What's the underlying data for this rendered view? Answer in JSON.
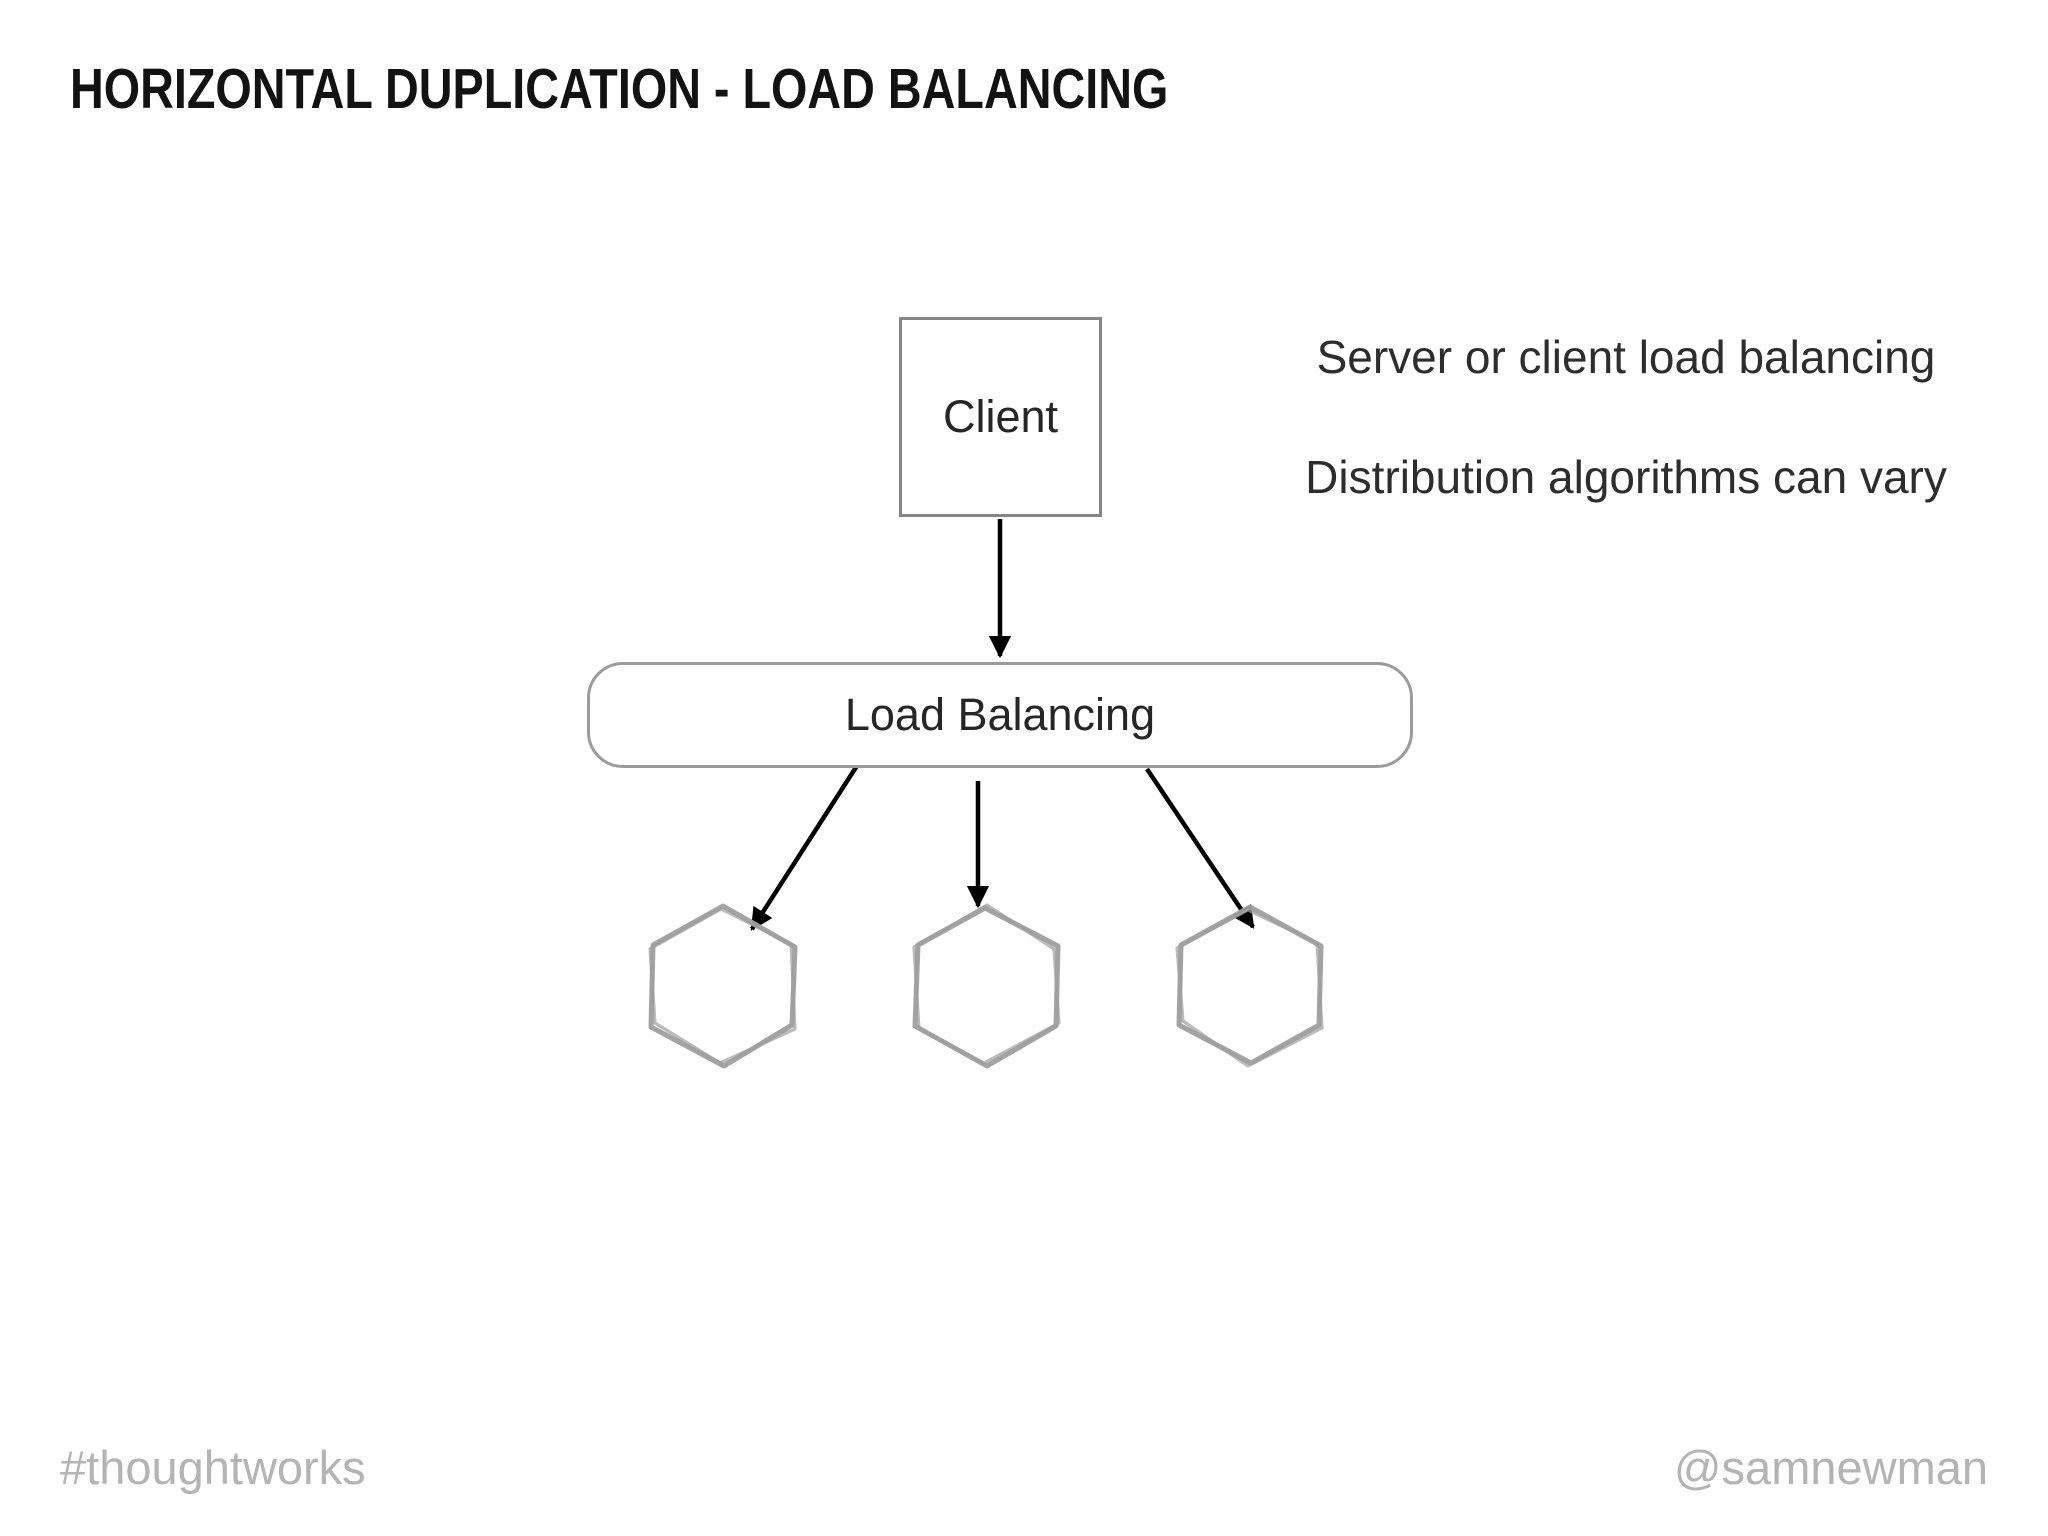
{
  "slide": {
    "title": "HORIZONTAL DUPLICATION - LOAD BALANCING",
    "notes": [
      "Server or client load balancing",
      "Distribution algorithms can vary"
    ],
    "footer_left": "#thoughtworks",
    "footer_right": "@samnewman"
  },
  "diagram": {
    "client_label": "Client",
    "load_balancer_label": "Load Balancing",
    "instance_shape": "hexagon",
    "instance_count": 3,
    "edges": [
      {
        "from": "client",
        "to": "load-balancer"
      },
      {
        "from": "load-balancer",
        "to": "instance-1"
      },
      {
        "from": "load-balancer",
        "to": "instance-2"
      },
      {
        "from": "load-balancer",
        "to": "instance-3"
      }
    ]
  },
  "colors": {
    "background": "#ffffff",
    "title_text": "#121212",
    "body_text": "#2d2d2d",
    "box_border": "#868686",
    "pill_border": "#9b9b9b",
    "hexagon_stroke": "#9e9e9e",
    "arrow": "#000000",
    "footer_text": "#b4b4b4"
  }
}
